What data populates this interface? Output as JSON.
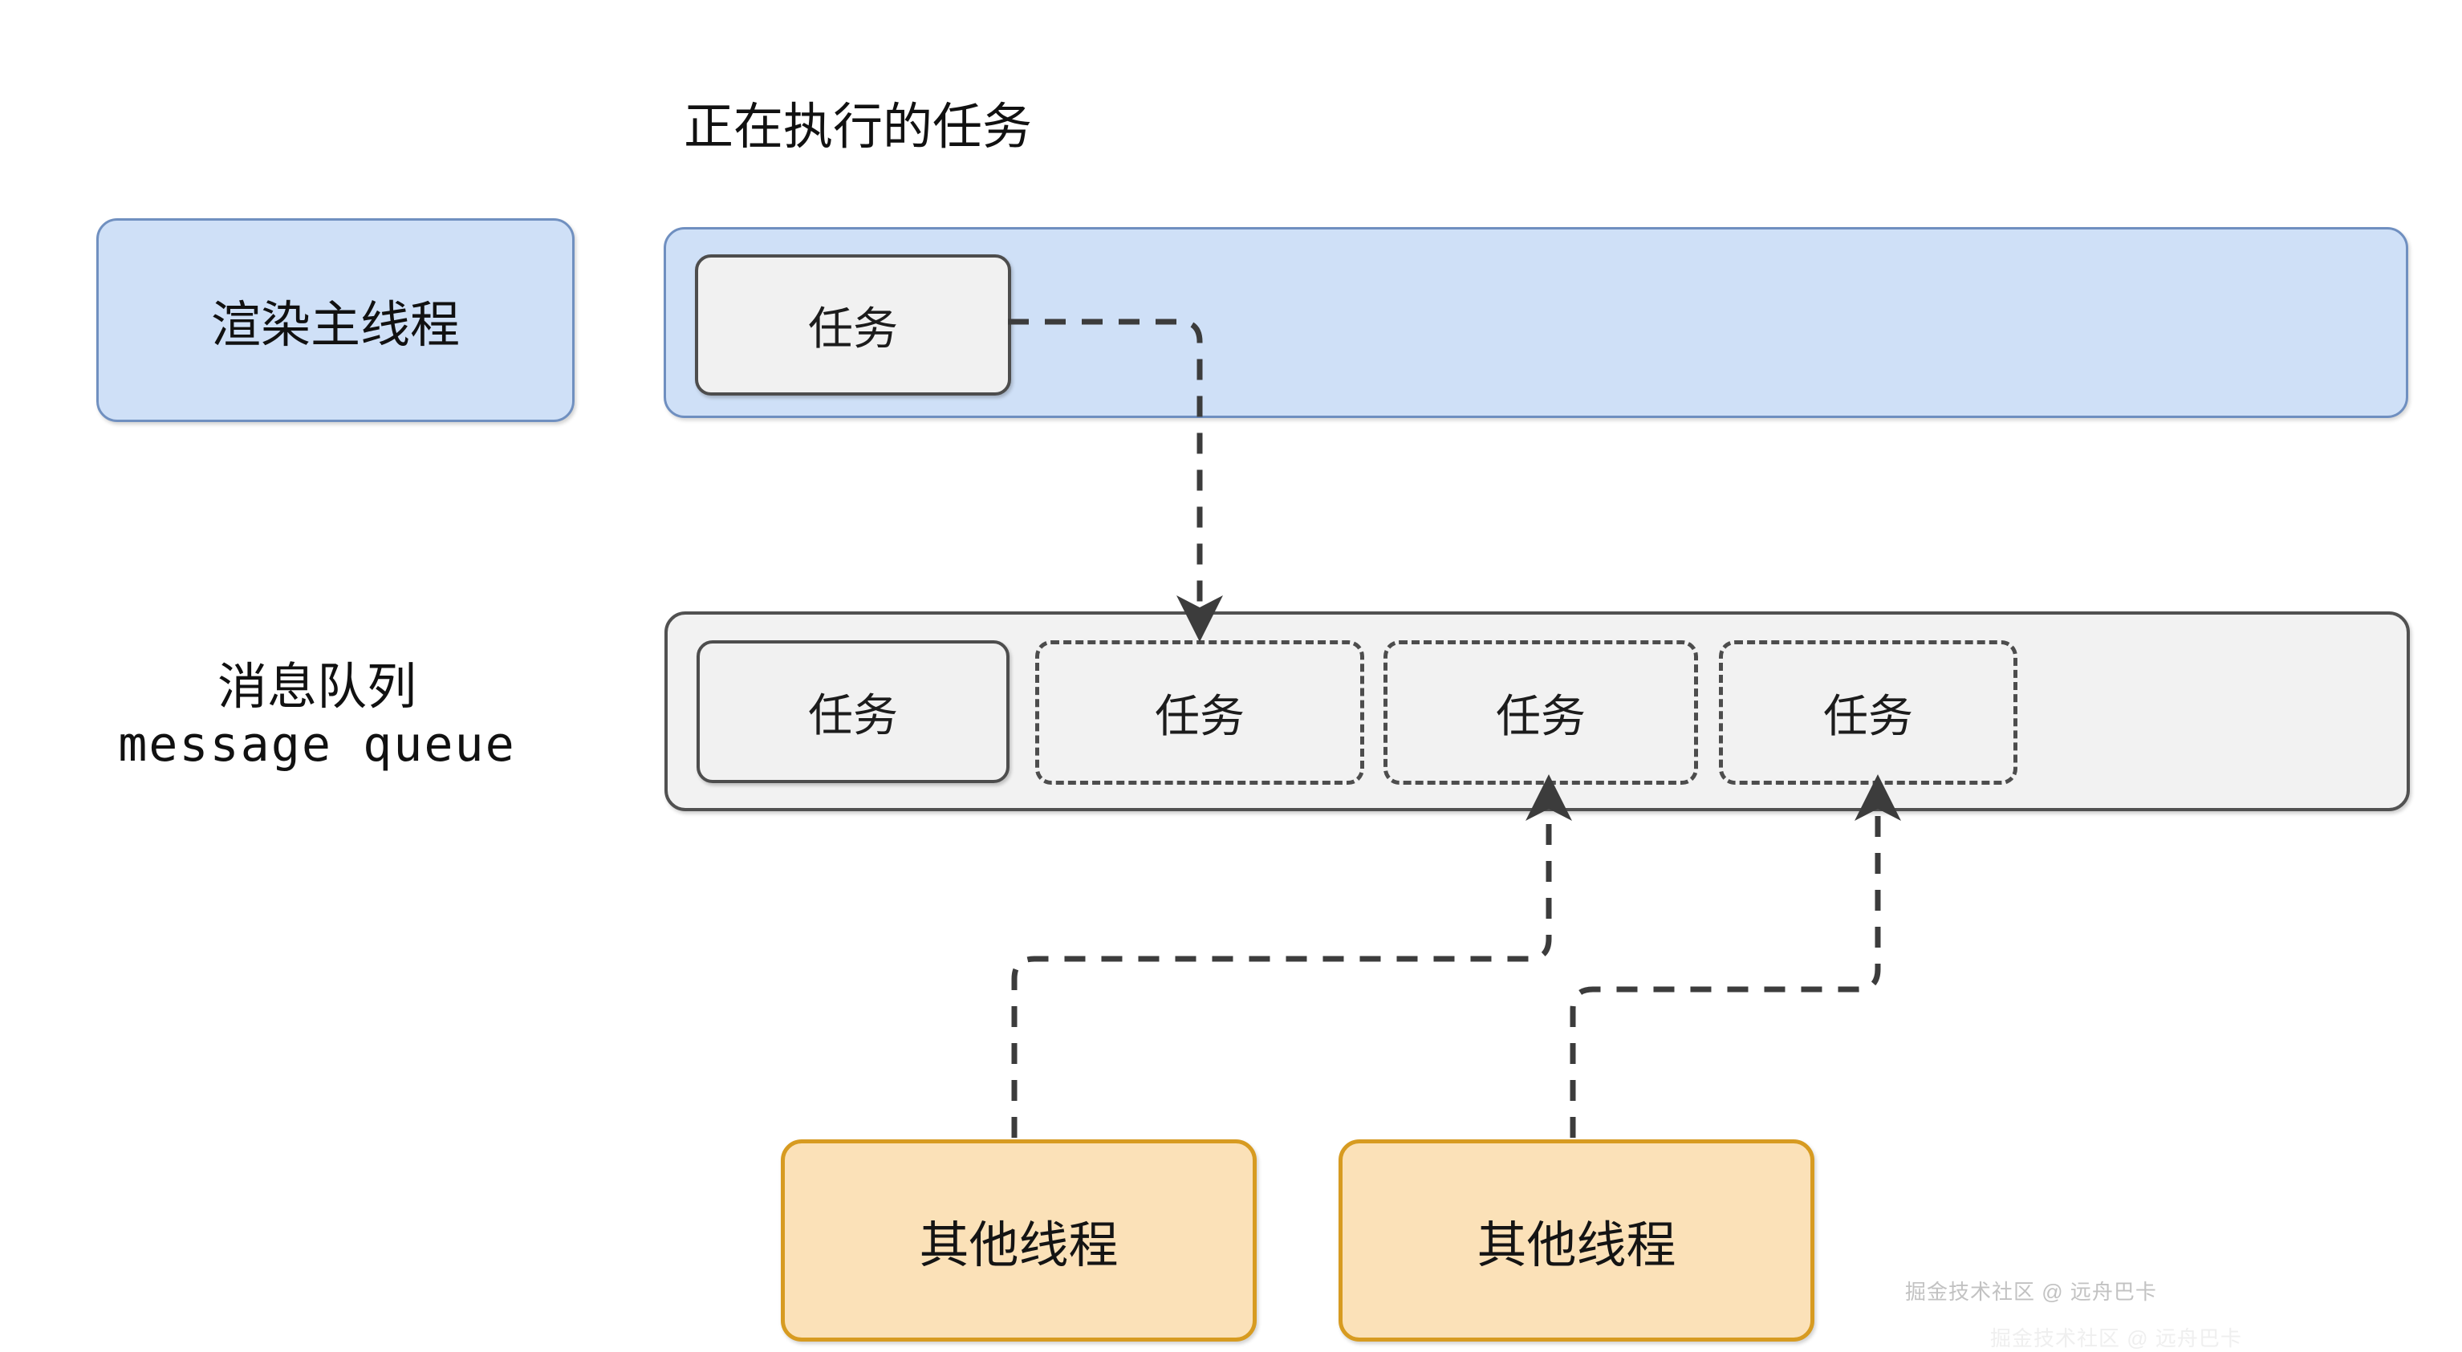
{
  "diagram": {
    "title_running_task": "正在执行的任务",
    "lanes": [
      {
        "id": "render-main-thread",
        "label": "渲染主线程",
        "tasks": [
          {
            "label": "任务",
            "state": "active"
          }
        ]
      },
      {
        "id": "message-queue",
        "label_cn": "消息队列",
        "label_en": "message queue",
        "tasks": [
          {
            "label": "任务",
            "state": "active"
          },
          {
            "label": "任务",
            "state": "queued"
          },
          {
            "label": "任务",
            "state": "queued"
          },
          {
            "label": "任务",
            "state": "queued"
          }
        ]
      }
    ],
    "workers": [
      {
        "label": "其他线程"
      },
      {
        "label": "其他线程"
      }
    ],
    "colors": {
      "main_thread_fill": "#cfe0f7",
      "main_thread_stroke": "#7090c0",
      "queue_fill": "#f2f2f2",
      "queue_stroke": "#515151",
      "task_fill": "#f1f1f1",
      "task_stroke": "#4d4d4d",
      "worker_fill": "#fbe1b8",
      "worker_stroke": "#d79b21",
      "arrow_stroke": "#3c3c3c",
      "background": "#ffffff"
    }
  },
  "watermark": {
    "primary": "掘金技术社区 @ 远舟巴卡",
    "secondary": "掘金技术社区 @ 远舟巴卡"
  }
}
